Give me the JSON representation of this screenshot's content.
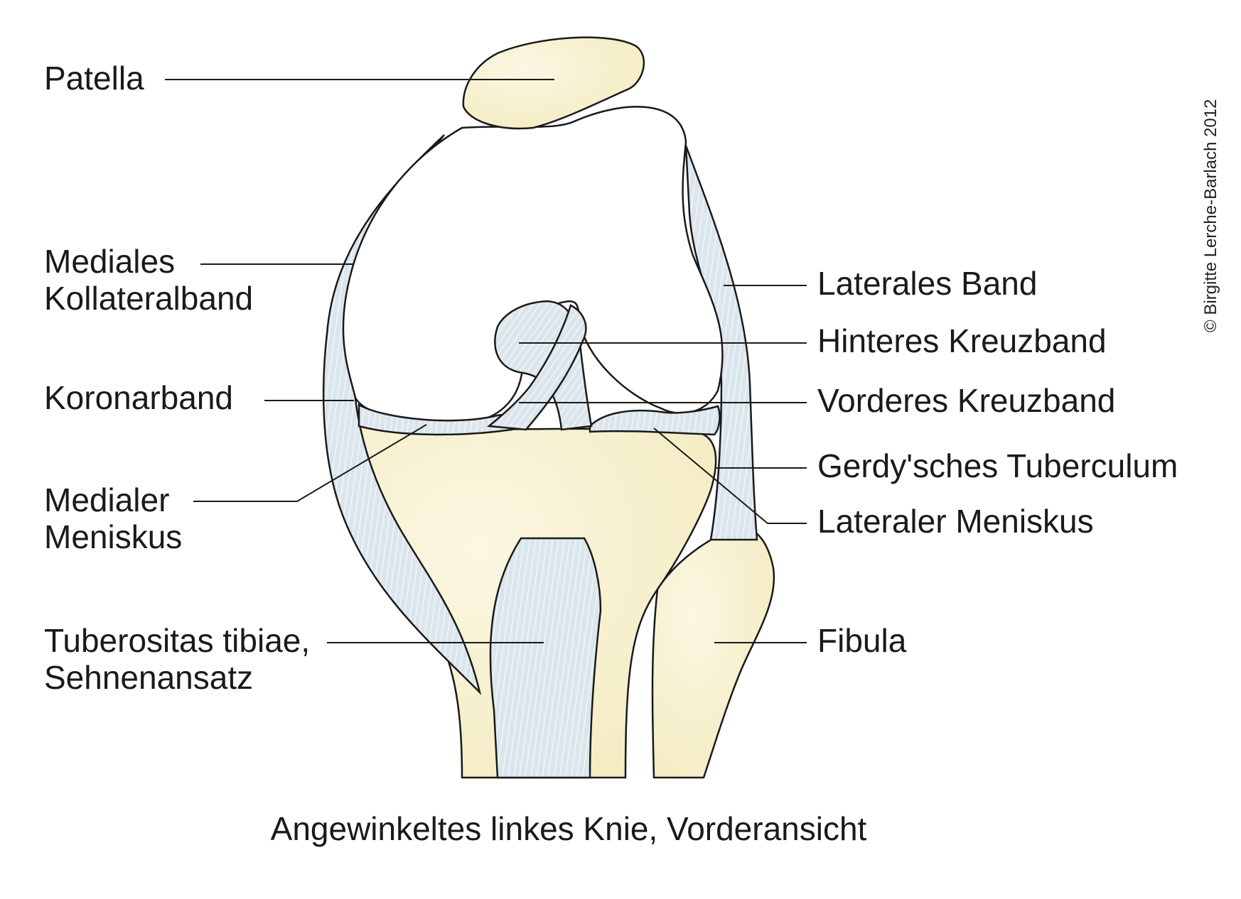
{
  "labels_left": {
    "patella": "Patella",
    "mediales_line1": "Mediales",
    "mediales_line2": "Kollateralband",
    "koronarband": "Koronarband",
    "medialer_line1": "Medialer",
    "medialer_line2": "Meniskus",
    "tuberositas_line1": "Tuberositas tibiae,",
    "tuberositas_line2": "Sehnenansatz"
  },
  "labels_right": {
    "laterales_band": "Laterales Band",
    "hinteres_kreuzband": "Hinteres Kreuzband",
    "vorderes_kreuzband": "Vorderes Kreuzband",
    "gerdy": "Gerdy'sches Tuberculum",
    "lateraler_meniskus": "Lateraler Meniskus",
    "fibula": "Fibula"
  },
  "caption": "Angewinkeltes linkes Knie, Vorderansicht",
  "copyright": "© Birgitte Lerche-Barlach 2012",
  "colors": {
    "bone": "#f6eec4",
    "ligament": "#dce6ec",
    "outline": "#1a1a1a",
    "femur": "#ffffff"
  }
}
